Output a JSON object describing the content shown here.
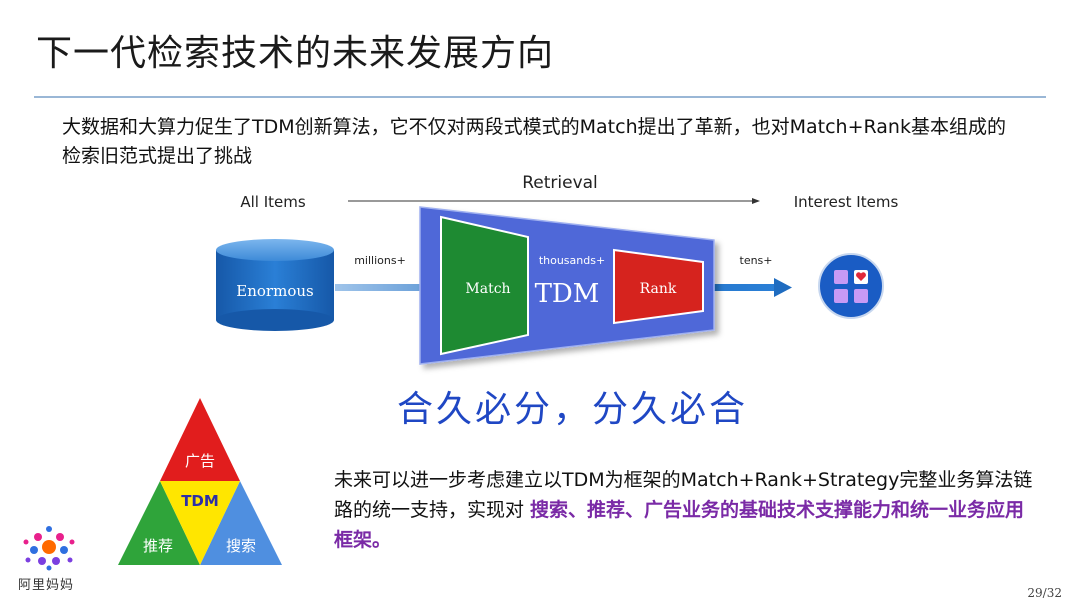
{
  "slide": {
    "title": "下一代检索技术的未来发展方向",
    "intro": "大数据和大算力促生了TDM创新算法，它不仅对两段式模式的Match提出了革新，也对Match+Rank基本组成的检索旧范式提出了挑战",
    "slogan": "合久必分，分久必合",
    "future_plain": "未来可以进一步考虑建立以TDM为框架的Match+Rank+Strategy完整业务算法链路的统一支持，实现对 ",
    "future_emphasis": "搜索、推荐、广告业务的基础技术支撑能力和统一业务应用框架。",
    "page_number": "29/32",
    "logo_text": "阿里妈妈"
  },
  "diagram": {
    "retrieval_label": "Retrieval",
    "all_items_label": "All Items",
    "interest_items_label": "Interest Items",
    "enormous_label": "Enormous",
    "millions_label": "millions+",
    "thousands_label": "thousands+",
    "tens_label": "tens+",
    "match_label": "Match",
    "tdm_label": "TDM",
    "rank_label": "Rank"
  },
  "pyramid": {
    "top_label": "广告",
    "center_label": "TDM",
    "left_label": "推荐",
    "right_label": "搜索"
  },
  "colors": {
    "funnel_blue": "#4f68d8",
    "match_green": "#1e8a32",
    "rank_red": "#d6231e",
    "cylinder_blue": "#1f6cc0",
    "slogan_blue": "#1f47c4",
    "emphasis_purple": "#7a2aa6"
  }
}
